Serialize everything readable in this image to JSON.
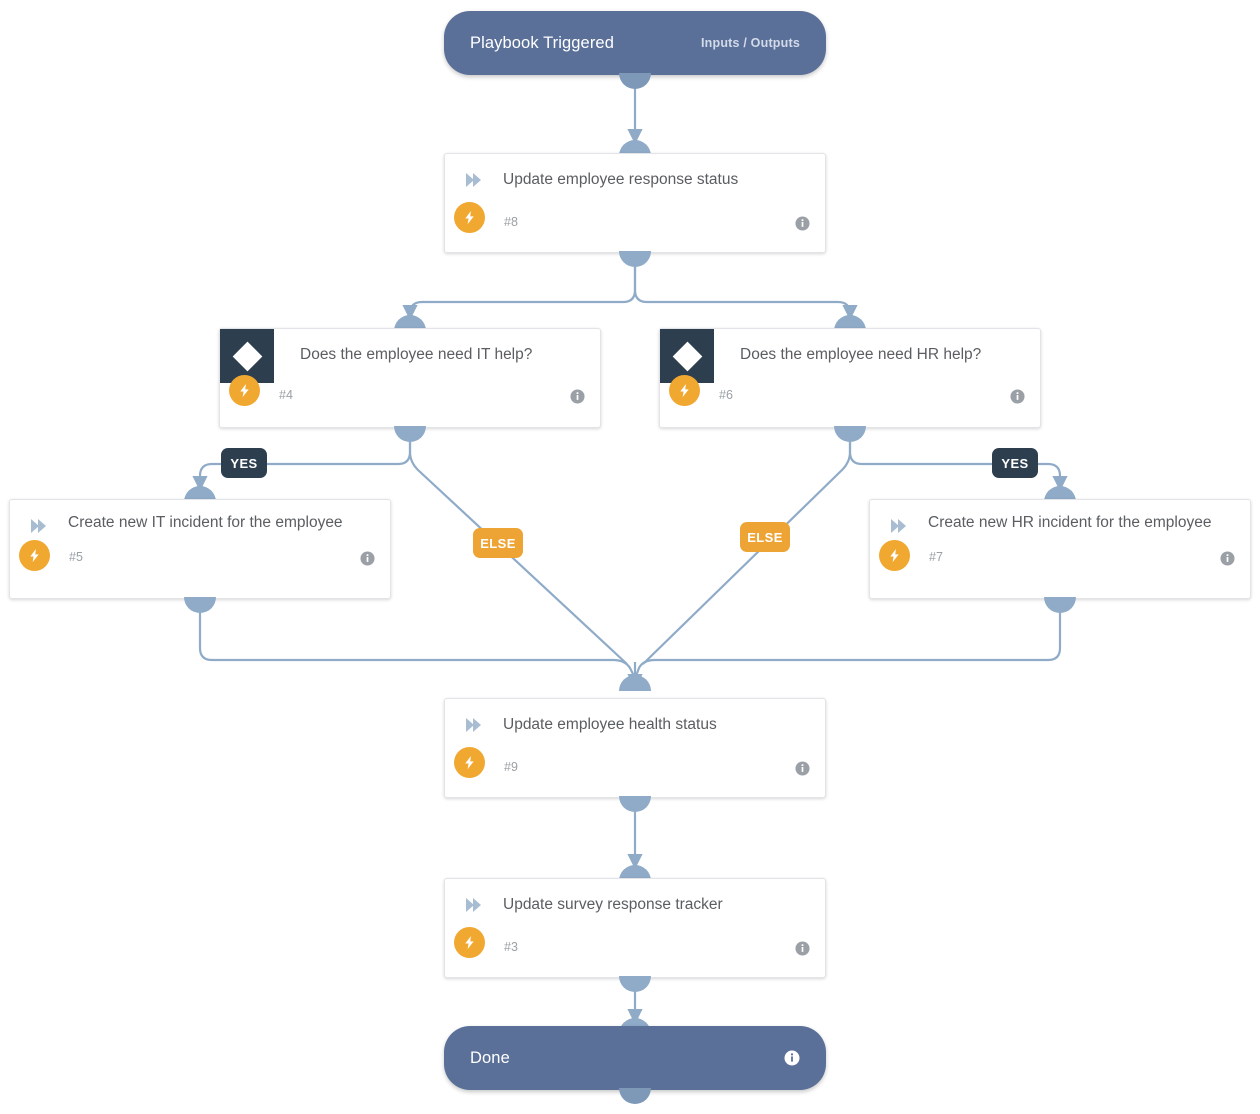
{
  "diagram": {
    "type": "playbook-workflow",
    "colors": {
      "terminal_fill": "#5b7099",
      "decision_header": "#2d3e4f",
      "bolt_badge": "#f0a830",
      "else_label": "#eda434",
      "yes_label": "#2d3e4f",
      "edge_line": "#8fabc8",
      "port": "#8fabc8",
      "card_border": "#e2e4e7",
      "title_text": "#5a5d61",
      "number_text": "#9aa0a6",
      "canvas_bg": "#ffffff"
    }
  },
  "nodes": {
    "start": {
      "kind": "terminal",
      "title": "Playbook Triggered",
      "right_label": "Inputs / Outputs"
    },
    "n8": {
      "kind": "action",
      "title": "Update employee response status",
      "number": "#8",
      "icon": "chevron-right-icon",
      "badge": "lightning-icon",
      "info": "info-icon"
    },
    "n4": {
      "kind": "decision",
      "title": "Does the employee need IT help?",
      "number": "#4",
      "icon": "diamond-icon",
      "badge": "lightning-icon",
      "info": "info-icon"
    },
    "n6": {
      "kind": "decision",
      "title": "Does the employee need HR help?",
      "number": "#6",
      "icon": "diamond-icon",
      "badge": "lightning-icon",
      "info": "info-icon"
    },
    "n5": {
      "kind": "action",
      "title": "Create new IT incident for the employee",
      "number": "#5",
      "icon": "chevron-right-icon",
      "badge": "lightning-icon",
      "info": "info-icon"
    },
    "n7": {
      "kind": "action",
      "title": "Create new HR incident for the employee",
      "number": "#7",
      "icon": "chevron-right-icon",
      "badge": "lightning-icon",
      "info": "info-icon"
    },
    "n9": {
      "kind": "action",
      "title": "Update employee health status",
      "number": "#9",
      "icon": "chevron-right-icon",
      "badge": "lightning-icon",
      "info": "info-icon"
    },
    "n3": {
      "kind": "action",
      "title": "Update survey response tracker",
      "number": "#3",
      "icon": "chevron-right-icon",
      "badge": "lightning-icon",
      "info": "info-icon"
    },
    "done": {
      "kind": "terminal",
      "title": "Done",
      "info": "info-icon"
    }
  },
  "edge_labels": {
    "it_yes": "YES",
    "it_else": "ELSE",
    "hr_yes": "YES",
    "hr_else": "ELSE"
  }
}
